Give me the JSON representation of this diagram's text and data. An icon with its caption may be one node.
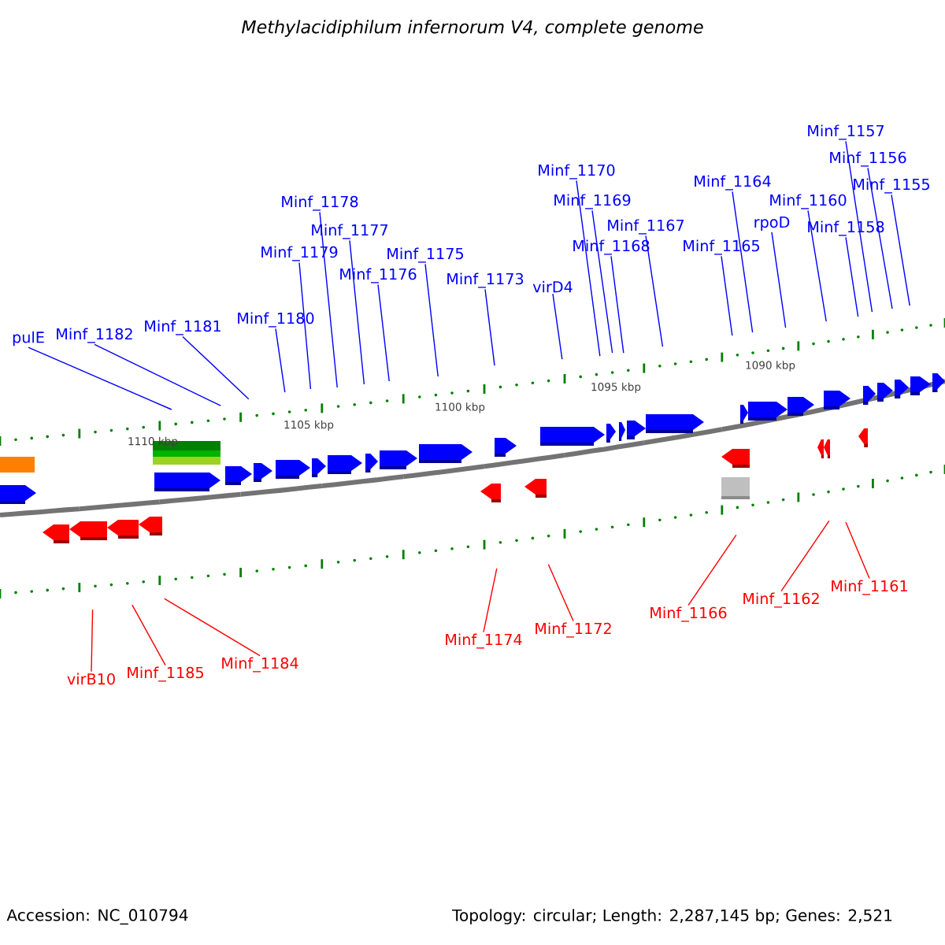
{
  "diagram": {
    "title": "*Methylacidiphilum infernorum* *V4, complete genome*",
    "nodes": [
      {
        "text": [
          "Minf_1157"
        ]
      },
      {
        "text": [
          "Minf_1156"
        ]
      },
      {
        "text": [
          "Minf_1170"
        ]
      },
      {
        "text": [
          "Minf_1164"
        ]
      },
      {
        "text": [
          "Minf_1155"
        ]
      },
      {
        "text": [
          "Minf_1178"
        ]
      },
      {
        "text": [
          "Minf_1169"
        ]
      },
      {
        "text": [
          "Minf_1160"
        ]
      },
      {
        "text": [
          "rpoD"
        ]
      },
      {
        "text": [
          "Minf_1167"
        ]
      },
      {
        "text": [
          "Minf_1177"
        ]
      },
      {
        "text": [
          "Minf_1158"
        ]
      },
      {
        "text": [
          "Minf_1179"
        ]
      },
      {
        "text": [
          "Minf_1175"
        ]
      },
      {
        "text": [
          "Minf_1168"
        ]
      },
      {
        "text": [
          "Minf_1165"
        ]
      },
      {
        "text": [
          "Minf_1176"
        ]
      },
      {
        "text": [
          "Minf_1173"
        ]
      },
      {
        "text": [
          "virD4"
        ]
      },
      {
        "text": [
          "Minf_1180"
        ]
      },
      {
        "text": [
          "Minf_1181"
        ]
      },
      {
        "text": [
          "Minf_1182"
        ]
      },
      {
        "text": [
          "pulE"
        ]
      },
      {
        "text": [
          "Minf_1161"
        ]
      },
      {
        "text": [
          "Minf_1162"
        ]
      },
      {
        "text": [
          "Minf_1166"
        ]
      },
      {
        "text": [
          "Minf_1172"
        ]
      },
      {
        "text": [
          "Minf_1174"
        ]
      },
      {
        "text": [
          "Minf_1184"
        ]
      },
      {
        "text": [
          "Minf_1185"
        ]
      },
      {
        "text": [
          "virB10"
        ]
      }
    ],
    "edges": [
      {
        "from": 0,
        "to": null,
        "arrow": "none"
      },
      {
        "from": 1,
        "to": null,
        "arrow": "none"
      },
      {
        "from": 2,
        "to": null,
        "arrow": "none"
      },
      {
        "from": 3,
        "to": null,
        "arrow": "none"
      },
      {
        "from": 4,
        "to": null,
        "arrow": "none"
      },
      {
        "from": 5,
        "to": null,
        "arrow": "none"
      },
      {
        "from": 6,
        "to": null,
        "arrow": "none"
      },
      {
        "from": 7,
        "to": null,
        "arrow": "none"
      },
      {
        "from": 8,
        "to": null,
        "arrow": "none"
      },
      {
        "from": 9,
        "to": null,
        "arrow": "none"
      },
      {
        "from": 10,
        "to": null,
        "arrow": "none"
      },
      {
        "from": 11,
        "to": null,
        "arrow": "none"
      },
      {
        "from": 12,
        "to": null,
        "arrow": "none"
      },
      {
        "from": 13,
        "to": null,
        "arrow": "none"
      },
      {
        "from": 14,
        "to": null,
        "arrow": "none"
      },
      {
        "from": 15,
        "to": null,
        "arrow": "none"
      },
      {
        "from": 16,
        "to": null,
        "arrow": "none"
      },
      {
        "from": 17,
        "to": null,
        "arrow": "none"
      },
      {
        "from": 18,
        "to": null,
        "arrow": "none"
      },
      {
        "from": 19,
        "to": null,
        "arrow": "none"
      },
      {
        "from": 20,
        "to": null,
        "arrow": "none"
      },
      {
        "from": 21,
        "to": null,
        "arrow": "none"
      },
      {
        "from": 22,
        "to": null,
        "arrow": "none"
      },
      {
        "from": 23,
        "to": null,
        "arrow": "none",
        "color": "#ff0000"
      },
      {
        "from": 24,
        "to": null,
        "arrow": "none",
        "color": "#ff0000"
      },
      {
        "from": 25,
        "to": null,
        "arrow": "none",
        "color": "#ff0000"
      },
      {
        "from": 26,
        "to": null,
        "arrow": "none",
        "color": "#ff0000"
      },
      {
        "from": 27,
        "to": null,
        "arrow": "none",
        "color": "#ff0000"
      },
      {
        "from": 28,
        "to": null,
        "arrow": "none",
        "color": "#ff0000"
      },
      {
        "from": 29,
        "to": null,
        "arrow": "none",
        "color": "#ff0000"
      },
      {
        "from": 30,
        "to": null,
        "arrow": "none",
        "color": "#ff0000"
      }
    ],
    "labels": [
      "1090 kbp",
      "1095 kbp",
      "1100 kbp",
      "1105 kbp",
      "1110 kbp",
      "Accession: NC_010794",
      "Topology: circular; Length: 2,287,145 bp; Genes: 2,521"
    ]
  }
}
